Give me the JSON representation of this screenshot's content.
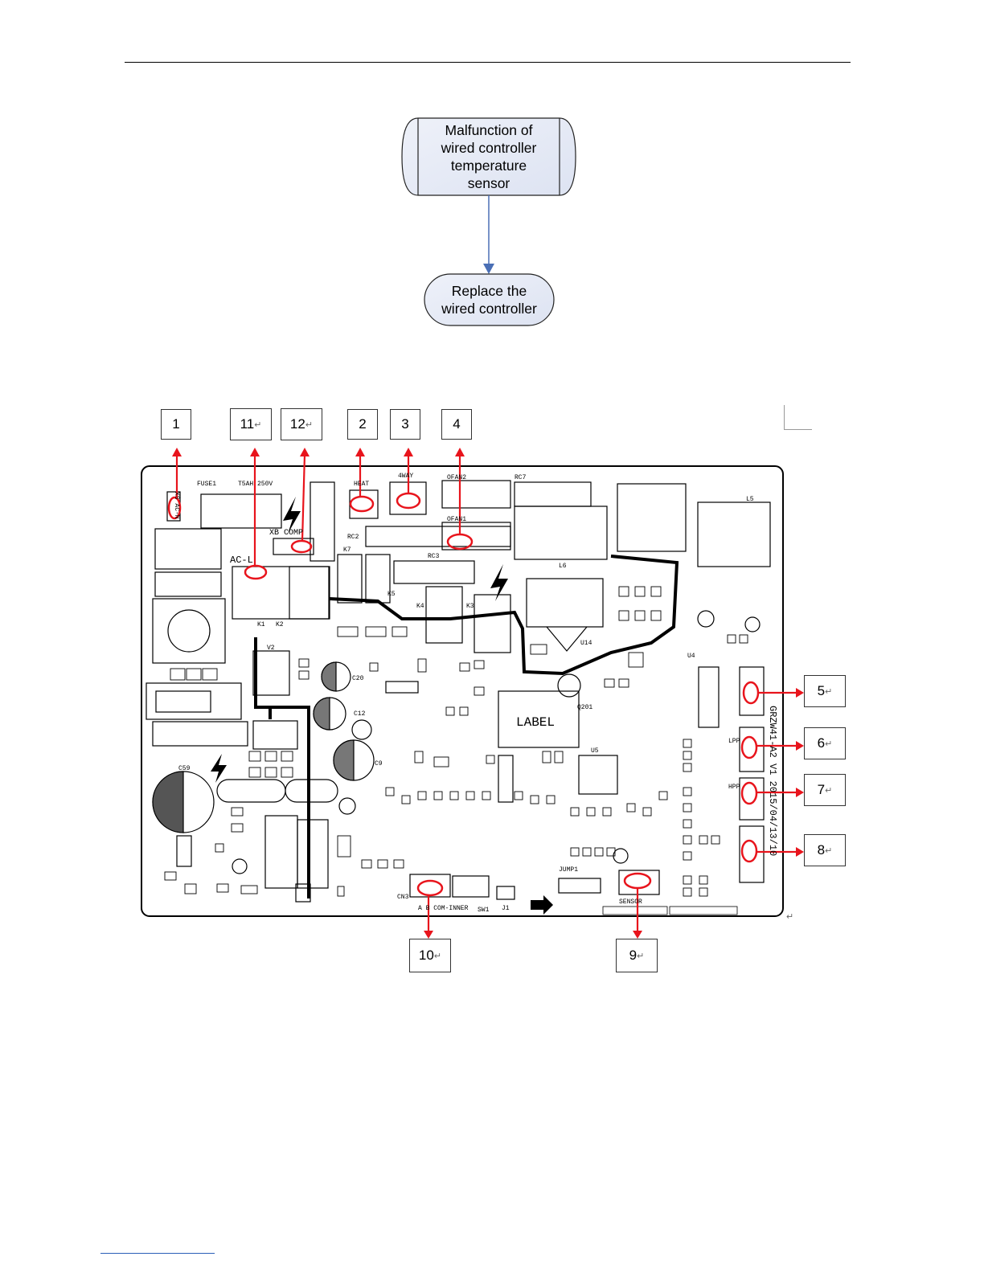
{
  "flowchart": {
    "start_node": "Malfunction of wired controller temperature sensor",
    "start_lines": [
      "Malfunction of",
      "wired controller",
      "temperature",
      "sensor"
    ],
    "end_node": "Replace the wired controller",
    "end_lines": [
      "Replace the",
      "wired controller"
    ]
  },
  "board": {
    "callouts_top": [
      "1",
      "11",
      "12",
      "2",
      "3",
      "4"
    ],
    "callouts_right": [
      "5",
      "6",
      "7",
      "8"
    ],
    "callouts_bottom": [
      "10",
      "9"
    ],
    "return_mark": "↵",
    "silkscreen": {
      "fuse": "FUSE1",
      "fuse_rating": "T5AH 250V",
      "acn": "XS AC-N",
      "comp": "XB COMP",
      "acl": "AC-L",
      "heat": "HEAT",
      "way4": "4WAY",
      "ofan2": "OFAN2",
      "ofan1": "OFAN1",
      "label": "LABEL",
      "l6": "L6",
      "l5": "L5",
      "model": "GRZW41-A2 V1 2015/04/13/10",
      "lpp": "LPP",
      "hpp": "HPP",
      "sensor": "SENSOR",
      "com_inner": "A B COM-INNER",
      "jump": "JUMP1",
      "k1": "K1",
      "k2": "K2",
      "k3": "K3",
      "k4": "K4",
      "k5": "K5",
      "k7": "K7",
      "rc2": "RC2",
      "rc3": "RC3",
      "rc7": "RC7",
      "u5": "U5",
      "u14": "U14",
      "u4": "U4",
      "q201": "Q201",
      "c59": "C59",
      "c9": "C9",
      "c12": "C12",
      "c20": "C20",
      "v2": "V2",
      "sw1": "SW1",
      "j1": "J1",
      "cn3": "CN3"
    }
  }
}
